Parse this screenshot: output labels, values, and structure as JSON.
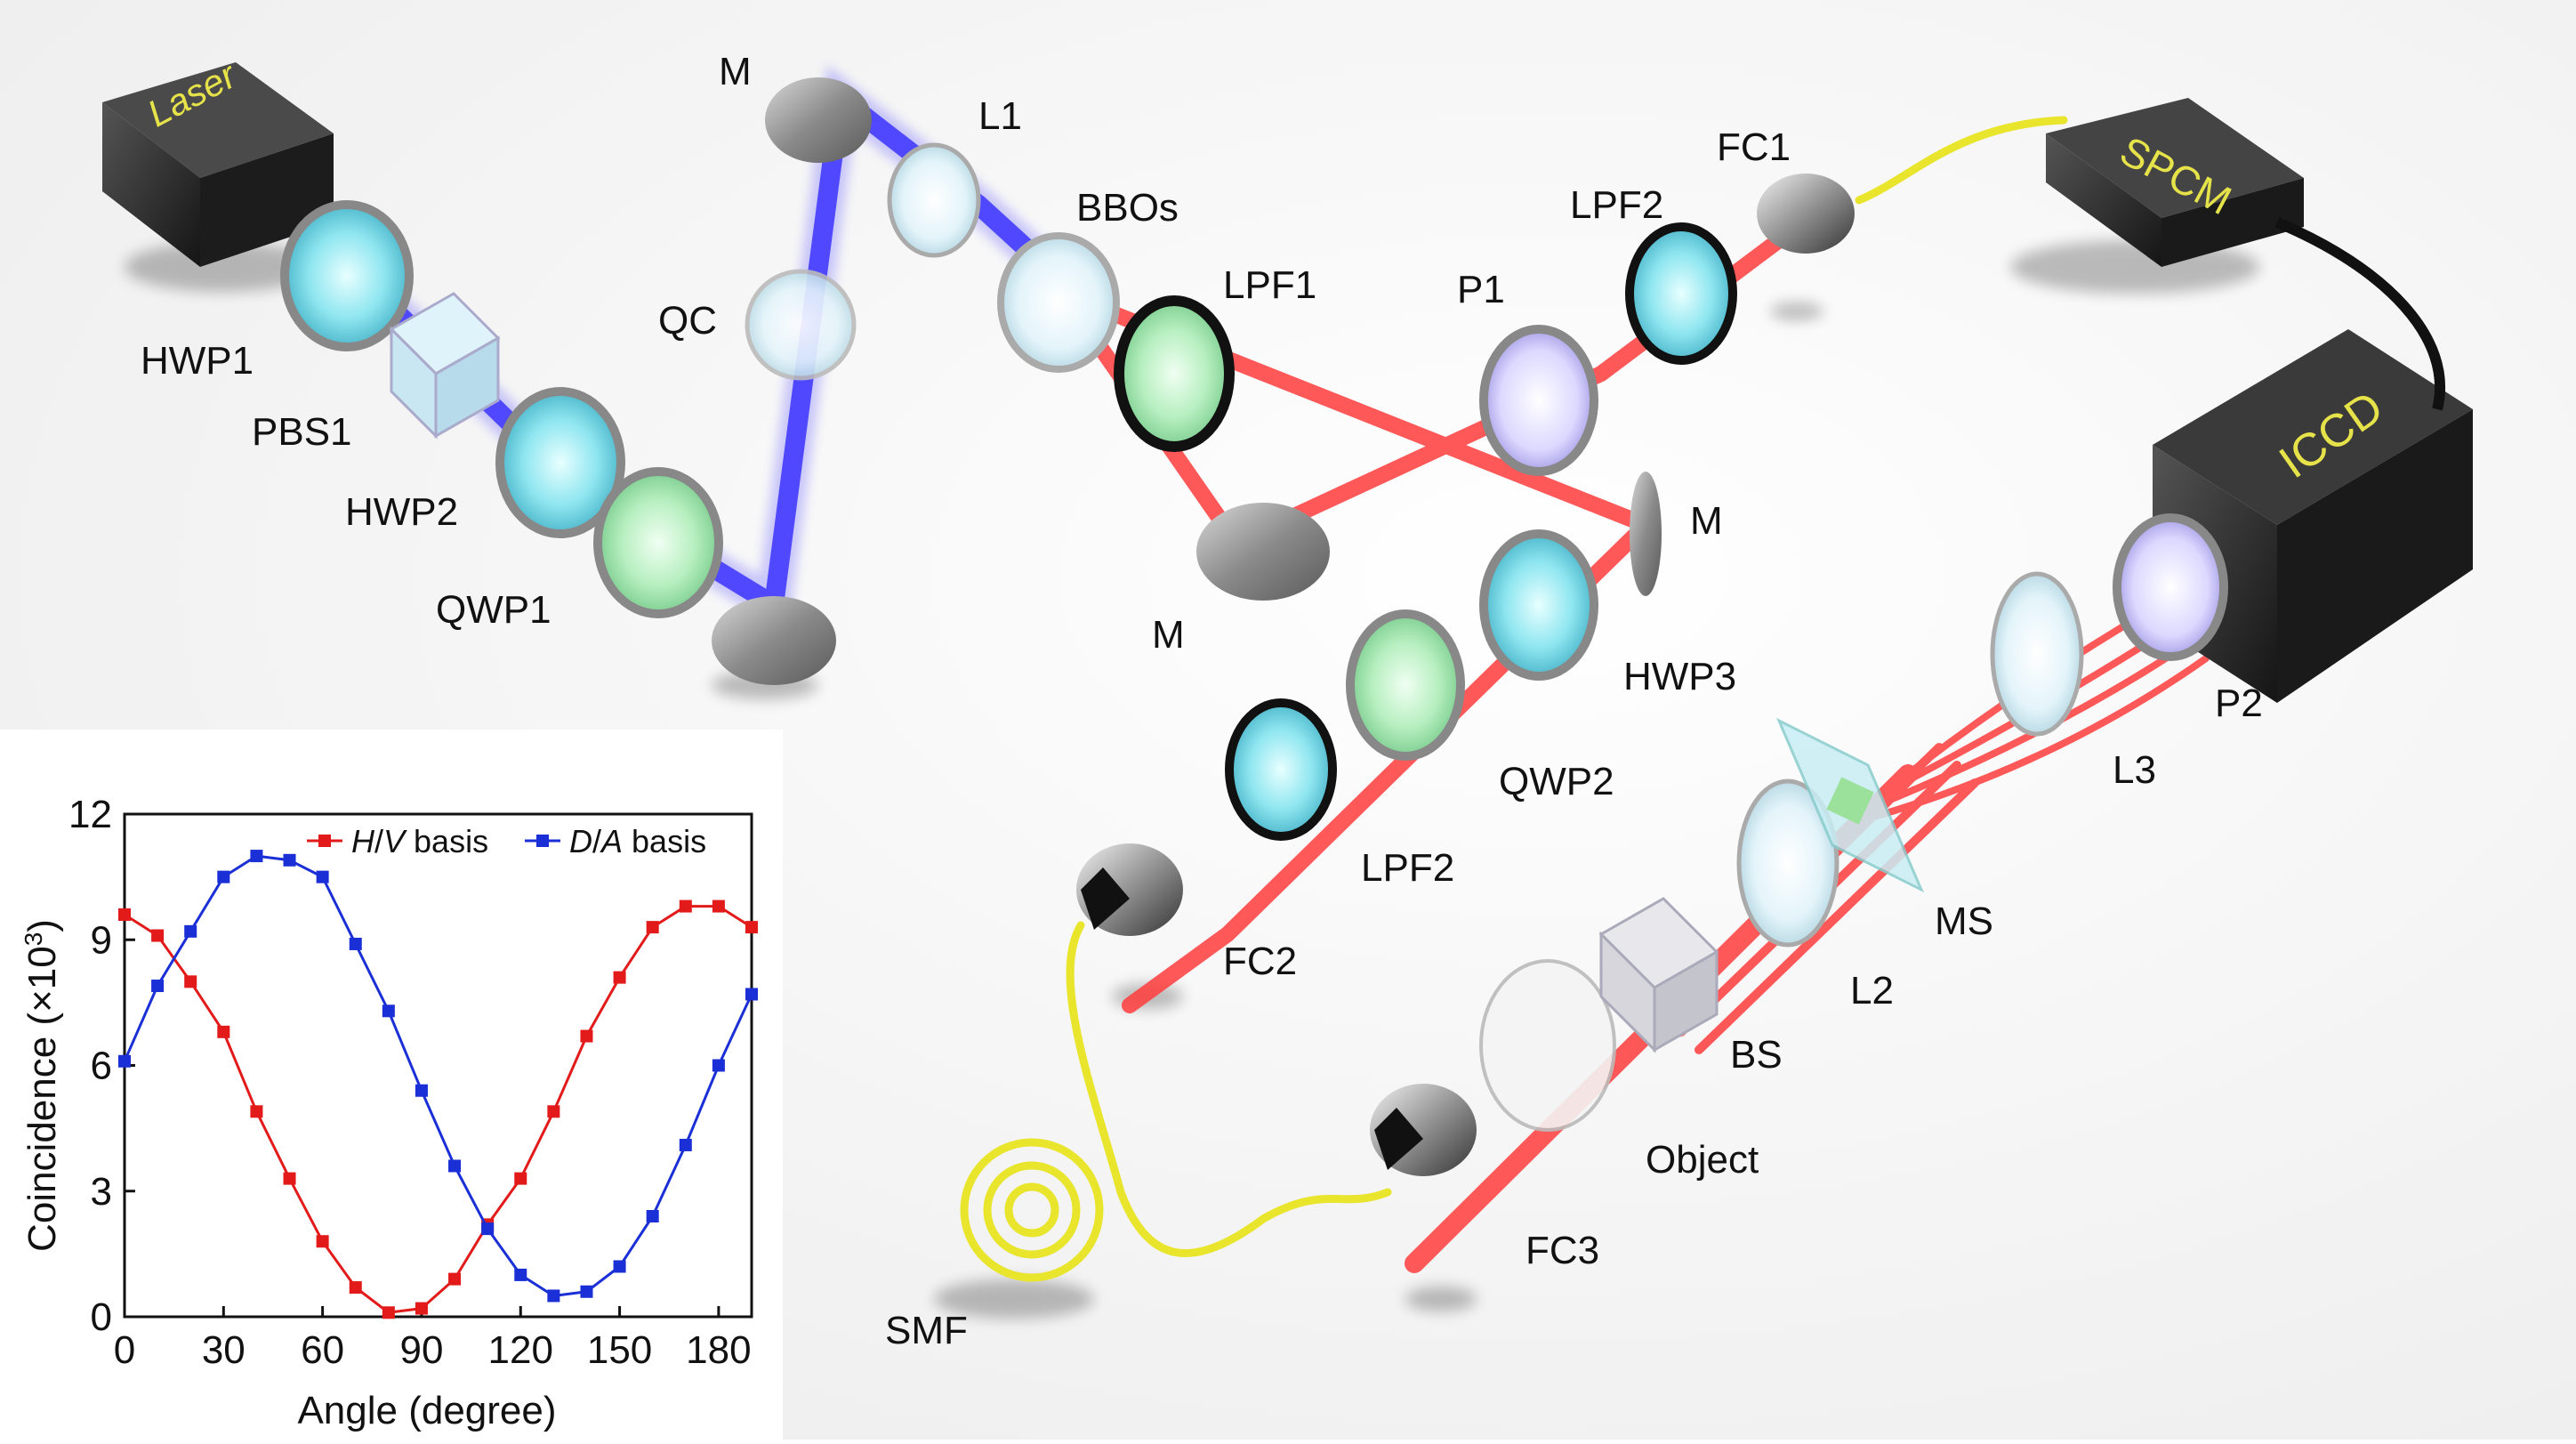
{
  "colors": {
    "pump": "#3b32ff",
    "photon": "#ff3c3c",
    "fiber": "#e8e52c",
    "device": "#2a2a2a",
    "device_text": "#e6e34a",
    "series_hv": "#e21a1a",
    "series_da": "#1a2fd6"
  },
  "labels": {
    "laser": "Laser",
    "spcm": "SPCM",
    "iccd": "ICCD",
    "hwp1": "HWP1",
    "pbs1": "PBS1",
    "hwp2": "HWP2",
    "qwp1": "QWP1",
    "m_bottom": "M",
    "m_top": "M",
    "qc": "QC",
    "l1": "L1",
    "bbos": "BBOs",
    "lpf1": "LPF1",
    "m_center": "M",
    "m_right": "M",
    "p1": "P1",
    "lpf2_top": "LPF2",
    "fc1": "FC1",
    "hwp3": "HWP3",
    "qwp2": "QWP2",
    "lpf2_bottom": "LPF2",
    "fc2": "FC2",
    "smf": "SMF",
    "fc3": "FC3",
    "object": "Object",
    "bs": "BS",
    "l2": "L2",
    "ms": "MS",
    "l3": "L3",
    "p2": "P2"
  },
  "chart_data": {
    "type": "line",
    "xlabel": "Angle (degree)",
    "ylabel_main": "Coincidence (×10",
    "ylabel_sup": "3",
    "ylabel_end": ")",
    "xlim": [
      0,
      190
    ],
    "ylim": [
      0,
      12
    ],
    "xticks": [
      0,
      30,
      60,
      90,
      120,
      150,
      180
    ],
    "yticks": [
      0,
      3,
      6,
      9,
      12
    ],
    "legend_placement": "top-right",
    "series": [
      {
        "name_italic": "H",
        "name_sep": "/",
        "name_italic2": "V",
        "name_rest": " basis",
        "marker": "square",
        "x": [
          0,
          10,
          20,
          30,
          40,
          50,
          60,
          70,
          80,
          90,
          100,
          110,
          120,
          130,
          140,
          150,
          160,
          170,
          180,
          190
        ],
        "y": [
          9.6,
          9.1,
          8.0,
          6.8,
          4.9,
          3.3,
          1.8,
          0.7,
          0.1,
          0.2,
          0.9,
          2.2,
          3.3,
          4.9,
          6.7,
          8.1,
          9.3,
          9.8,
          9.8,
          9.3
        ]
      },
      {
        "name_italic": "D",
        "name_sep": "/",
        "name_italic2": "A",
        "name_rest": " basis",
        "marker": "square",
        "x": [
          0,
          10,
          20,
          30,
          40,
          50,
          60,
          70,
          80,
          90,
          100,
          110,
          120,
          130,
          140,
          150,
          160,
          170,
          180,
          190
        ],
        "y": [
          6.1,
          7.9,
          9.2,
          10.5,
          11.0,
          10.9,
          10.5,
          8.9,
          7.3,
          5.4,
          3.6,
          2.1,
          1.0,
          0.5,
          0.6,
          1.2,
          2.4,
          4.1,
          6.0,
          7.7
        ]
      }
    ]
  }
}
